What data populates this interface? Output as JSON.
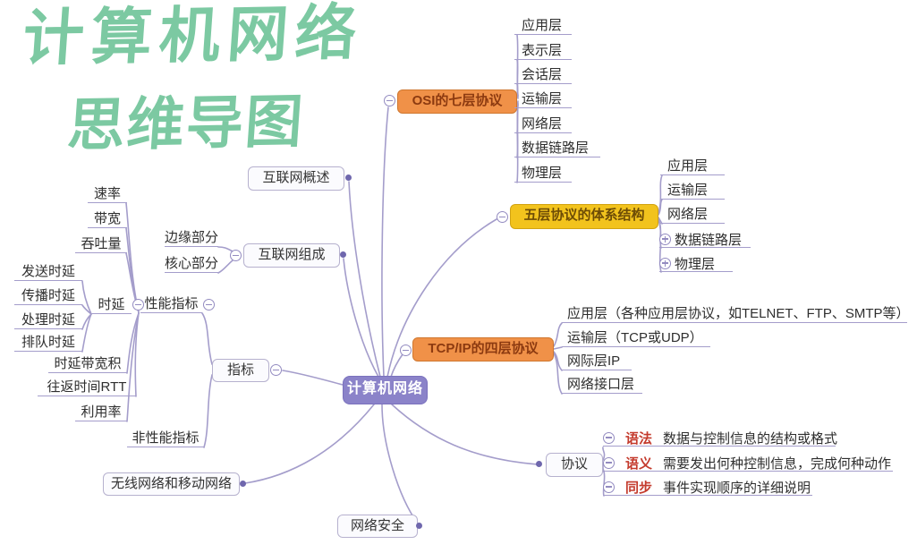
{
  "title": {
    "line1": "计算机网络",
    "line2": "思维导图"
  },
  "root": {
    "label": "计算机网络"
  },
  "branches": {
    "osi": {
      "label": "OSI的七层协议",
      "children": [
        "应用层",
        "表示层",
        "会话层",
        "运输层",
        "网络层",
        "数据链路层",
        "物理层"
      ]
    },
    "five_layer": {
      "label": "五层协议的体系结构",
      "children": [
        "应用层",
        "运输层",
        "网络层",
        "数据链路层",
        "物理层"
      ]
    },
    "tcpip": {
      "label": "TCP/IP的四层协议",
      "children": [
        "应用层（各种应用层协议，如TELNET、FTP、SMTP等）",
        "运输层（TCP或UDP）",
        "网际层IP",
        "网络接口层"
      ]
    },
    "overview": {
      "label": "互联网概述"
    },
    "composition": {
      "label": "互联网组成",
      "children": [
        "边缘部分",
        "核心部分"
      ]
    },
    "metrics": {
      "label": "指标",
      "performance": {
        "label": "性能指标",
        "children": [
          "速率",
          "带宽",
          "吞吐量",
          "时延",
          "时延带宽积",
          "往返时间RTT",
          "利用率"
        ],
        "delay": {
          "children": [
            "发送时延",
            "传播时延",
            "处理时延",
            "排队时延"
          ]
        }
      },
      "non_performance": {
        "label": "非性能指标"
      }
    },
    "wireless": {
      "label": "无线网络和移动网络"
    },
    "security": {
      "label": "网络安全"
    },
    "protocol": {
      "label": "协议",
      "children": [
        {
          "term": "语法",
          "desc": "数据与控制信息的结构或格式"
        },
        {
          "term": "语义",
          "desc": "需要发出何种控制信息，完成何种动作"
        },
        {
          "term": "同步",
          "desc": "事件实现顺序的详细说明"
        }
      ]
    }
  },
  "colors": {
    "title_green": "#7cc9a2",
    "center_purple": "#8b83c9",
    "branch_orange": "#f09148",
    "branch_yellow": "#f2c31d",
    "term_red": "#c43b2d",
    "edge_purple": "#a49dcb"
  }
}
